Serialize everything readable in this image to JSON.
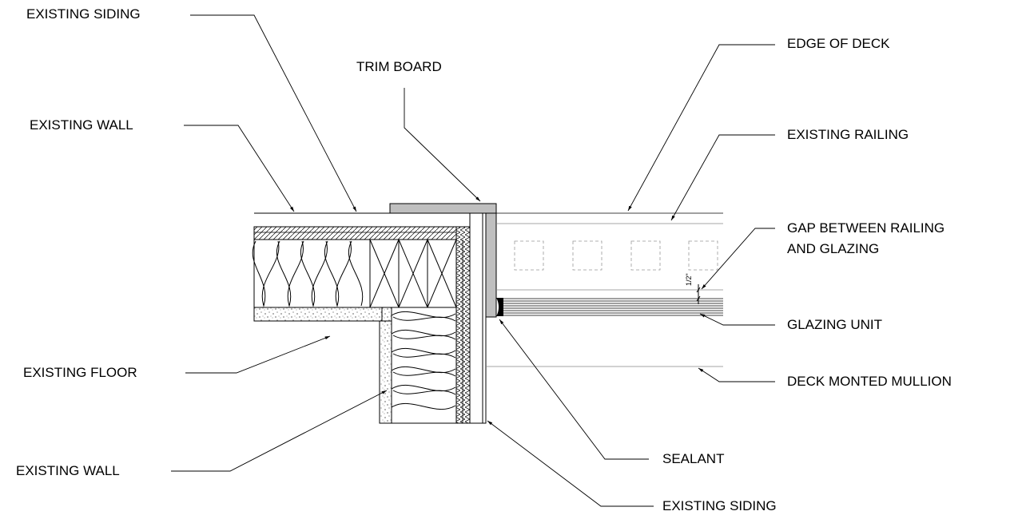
{
  "labels": {
    "existing_siding_top": "EXISTING  SIDING",
    "trim_board": "TRIM BOARD",
    "existing_wall_top": "EXISTING  WALL",
    "edge_of_deck": "EDGE OF DECK",
    "existing_railing": "EXISTING RAILING",
    "gap_line1": "GAP BETWEEN RAILING",
    "gap_line2": "AND GLAZING",
    "glazing_unit": "GLAZING UNIT",
    "existing_floor": "EXISTING FLOOR",
    "deck_mullion": "DECK MONTED MULLION",
    "existing_wall_bottom": "EXISTING WALL",
    "sealant": "SEALANT",
    "existing_siding_bottom": "EXISTING SIDING",
    "dimension": "1/2\""
  }
}
